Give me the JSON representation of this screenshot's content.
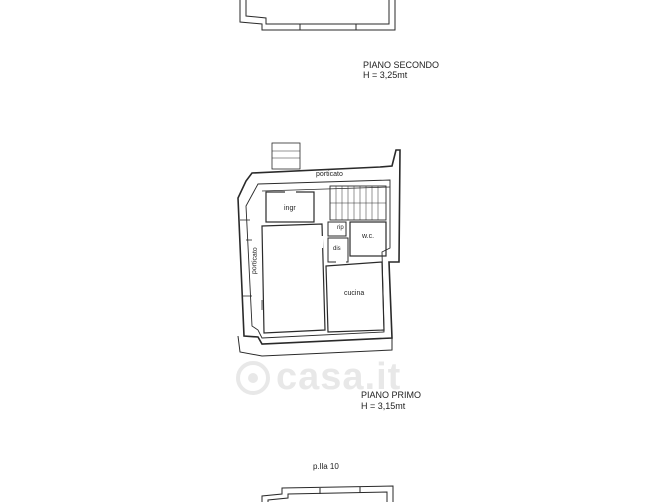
{
  "floors": {
    "secondo": {
      "name": "PIANO SECONDO",
      "height": "H = 3,25mt"
    },
    "primo": {
      "name": "PIANO PRIMO",
      "height": "H = 3,15mt"
    }
  },
  "parcel": "p.lla 10",
  "rooms": {
    "porticato_top": "porticato",
    "porticato_side": "porticato",
    "ingresso": "ingr",
    "ripostiglio": "rip",
    "disimpegno": "dis",
    "wc": "w.c.",
    "cucina": "cucina"
  },
  "watermark": {
    "brand": "casa.it",
    "icon": "casa-logo-icon"
  },
  "colors": {
    "line": "#2a2a2a",
    "background": "#ffffff",
    "watermark": "#9a9a9a"
  }
}
